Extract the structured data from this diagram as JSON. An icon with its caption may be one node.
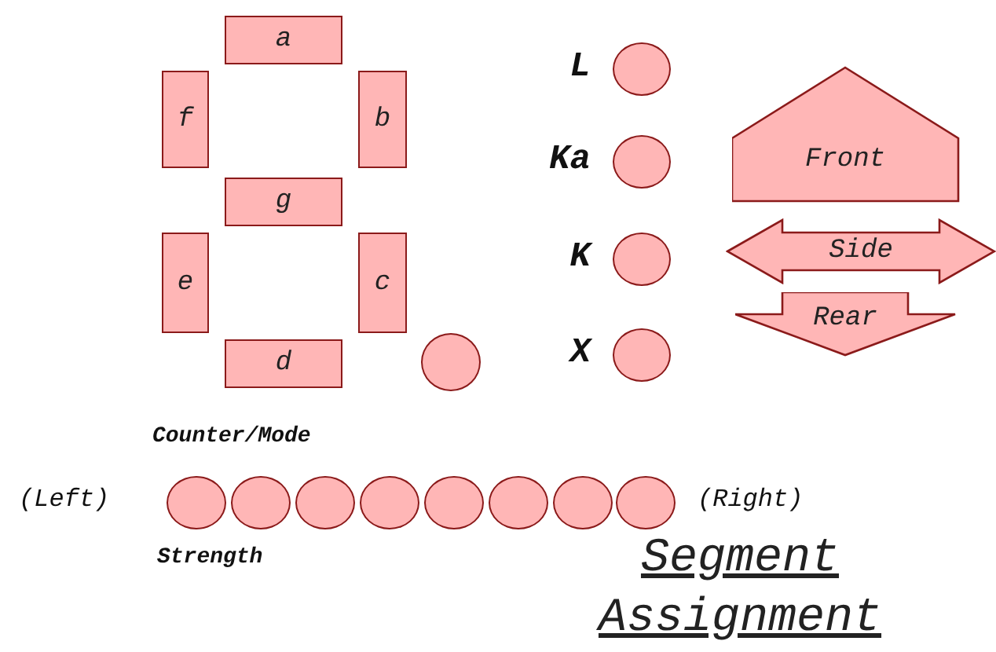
{
  "diagram": {
    "title": "Segment Assignment",
    "nodes": [
      {
        "text": [
          "a"
        ]
      },
      {
        "text": [
          "f"
        ]
      },
      {
        "text": [
          "b"
        ]
      },
      {
        "text": [
          "g"
        ]
      },
      {
        "text": [
          "e"
        ]
      },
      {
        "text": [
          "c"
        ]
      },
      {
        "text": [
          "d"
        ]
      },
      {
        "text": [],
        "shape": "circle"
      },
      {
        "text": [],
        "shape": "circle",
        "beside": [
          "L"
        ]
      },
      {
        "text": [],
        "shape": "circle",
        "beside": [
          "Ka"
        ]
      },
      {
        "text": [],
        "shape": "circle",
        "beside": [
          "K"
        ]
      },
      {
        "text": [],
        "shape": "circle",
        "beside": [
          "X"
        ]
      },
      {
        "text": [
          "Front"
        ]
      },
      {
        "text": [
          "Side"
        ]
      },
      {
        "text": [
          "Rear"
        ]
      },
      {
        "text": [],
        "shape": "circle"
      },
      {
        "text": [],
        "shape": "circle"
      },
      {
        "text": [],
        "shape": "circle"
      },
      {
        "text": [],
        "shape": "circle"
      },
      {
        "text": [],
        "shape": "circle"
      },
      {
        "text": [],
        "shape": "circle"
      },
      {
        "text": [],
        "shape": "circle"
      },
      {
        "text": [],
        "shape": "circle"
      }
    ],
    "labels": [
      "Counter/Mode",
      "(Left)",
      "(Right)",
      "Strength"
    ]
  }
}
